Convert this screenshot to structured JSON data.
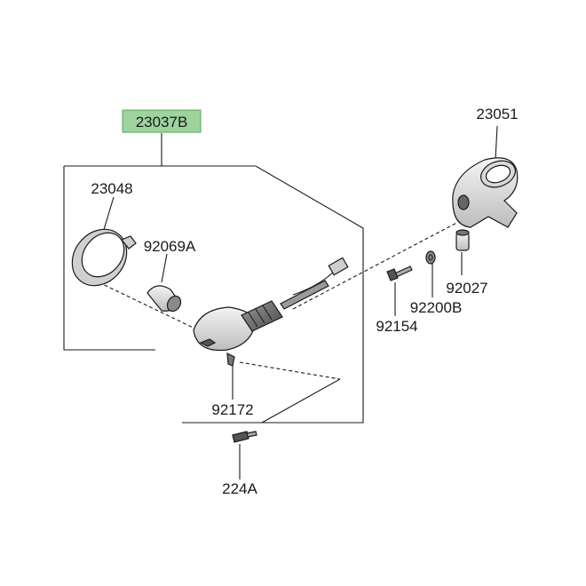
{
  "parts": {
    "assembly": "23037B",
    "lens": "23048",
    "bulb": "92069A",
    "screw_lens": "92172",
    "bracket": "23051",
    "collar": "92027",
    "washer": "92200B",
    "bolt": "92154",
    "screw_bottom": "224A"
  },
  "colors": {
    "highlight": "#9ed39e",
    "highlight_border": "#5aa65a",
    "line": "#1a1a1a",
    "part_fill": "#e6e6e6"
  }
}
